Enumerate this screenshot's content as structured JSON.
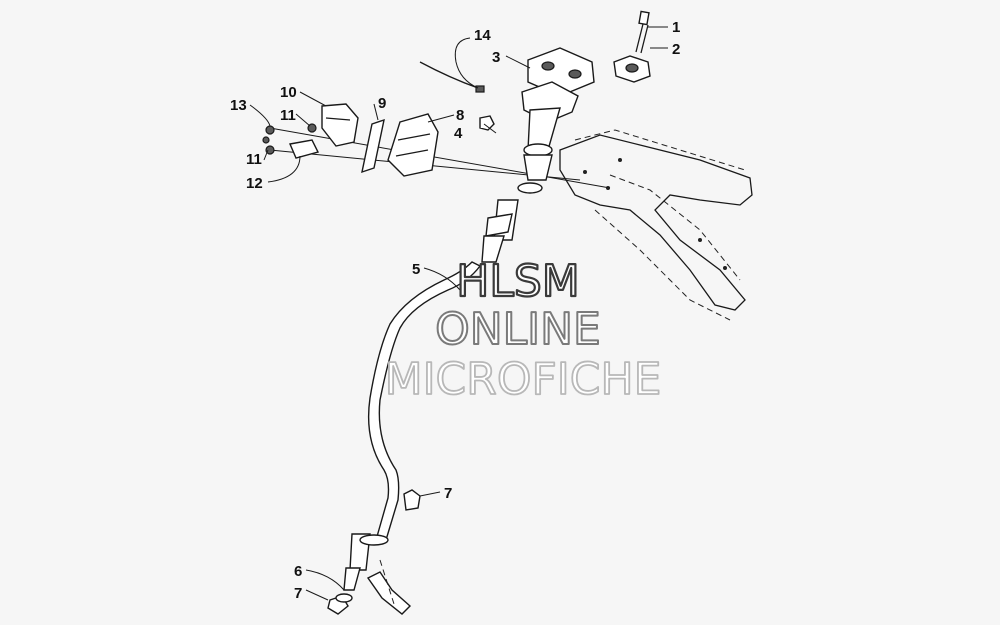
{
  "diagram": {
    "callouts": [
      "1",
      "2",
      "3",
      "4",
      "5",
      "6",
      "7",
      "7",
      "8",
      "9",
      "10",
      "11",
      "11",
      "12",
      "13",
      "14"
    ]
  },
  "watermark": {
    "line1": "HLSM",
    "line2": "ONLINE",
    "line3": "MICROFICHE"
  }
}
